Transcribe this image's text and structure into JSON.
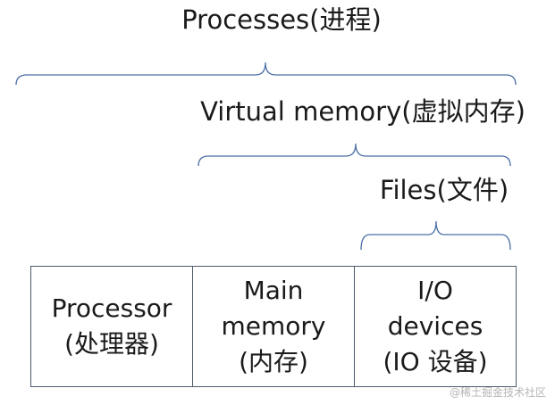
{
  "labels": {
    "processes": "Processes(进程)",
    "virtual_memory": "Virtual memory(虚拟内存)",
    "files": "Files(文件)"
  },
  "boxes": [
    {
      "lines": [
        "Processor",
        "(处理器)"
      ]
    },
    {
      "lines": [
        "Main",
        "memory",
        "(内存)"
      ]
    },
    {
      "lines": [
        "I/O",
        "devices",
        "(IO 设备)"
      ]
    }
  ],
  "watermark": "@稀土掘金技术社区",
  "colors": {
    "bracket": "#4a6fa5",
    "box_border": "#4a5a6a",
    "text": "#1a1a1a"
  }
}
